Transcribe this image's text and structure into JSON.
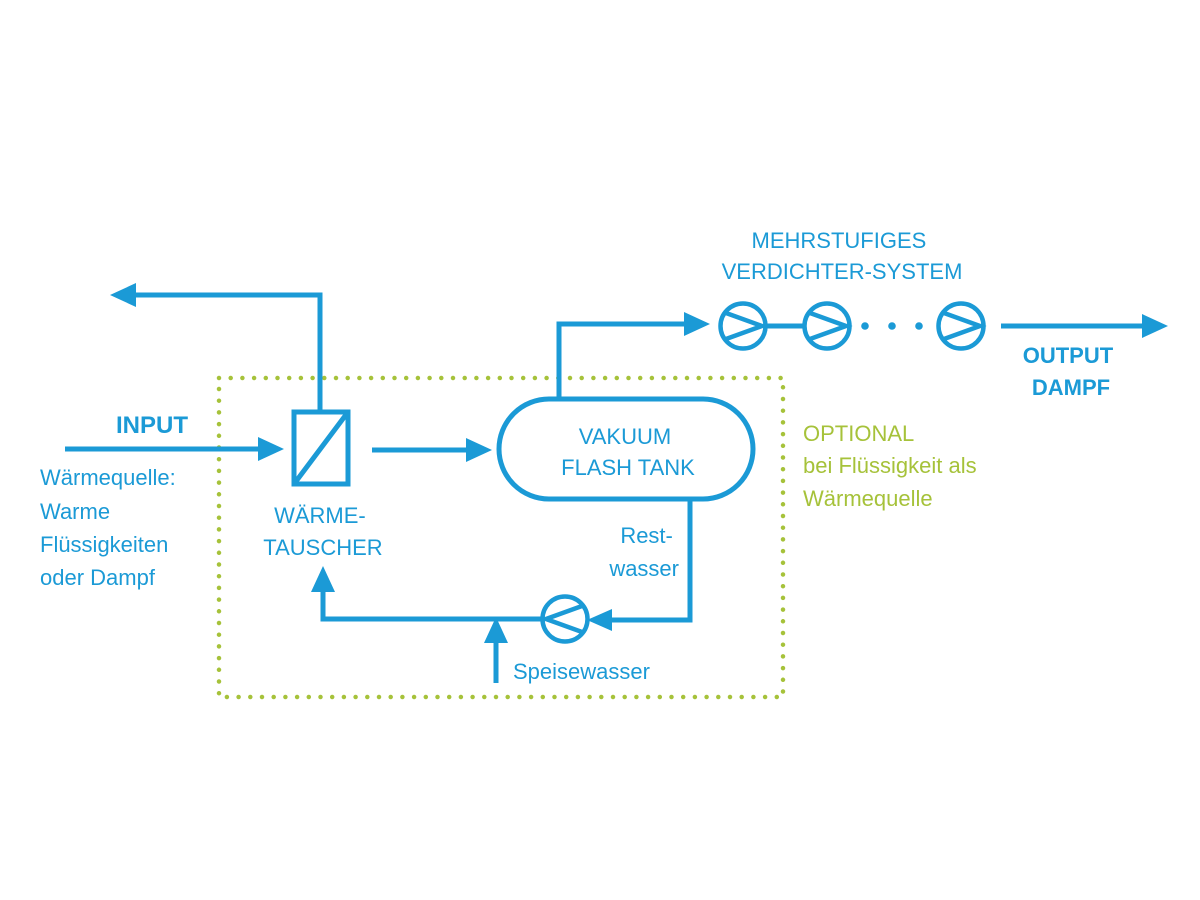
{
  "colors": {
    "flow_blue": "#1b9ad6",
    "optional_green": "#a6c23a",
    "background": "#ffffff"
  },
  "input": {
    "title": "INPUT",
    "source_lines": [
      "Wärmequelle:",
      "Warme",
      "Flüssigkeiten",
      "oder Dampf"
    ]
  },
  "heat_exchanger": {
    "label_lines": [
      "WÄRME-",
      "TAUSCHER"
    ]
  },
  "flash_tank": {
    "label_lines": [
      "VAKUUM",
      "FLASH TANK"
    ]
  },
  "compressor_system": {
    "label_lines": [
      "MEHRSTUFIGES",
      "VERDICHTER-SYSTEM"
    ],
    "visible_compressors": 3
  },
  "output": {
    "label_lines": [
      "OUTPUT",
      "DAMPF"
    ]
  },
  "optional": {
    "label_lines": [
      "OPTIONAL",
      "bei Flüssigkeit als",
      "Wärmequelle"
    ]
  },
  "rest_water": {
    "label_lines": [
      "Rest-",
      "wasser"
    ]
  },
  "feed_water": {
    "label": "Speisewasser"
  },
  "icons": [
    "heat-exchanger-icon",
    "flash-tank-icon",
    "pump-icon",
    "compressor-icon"
  ]
}
